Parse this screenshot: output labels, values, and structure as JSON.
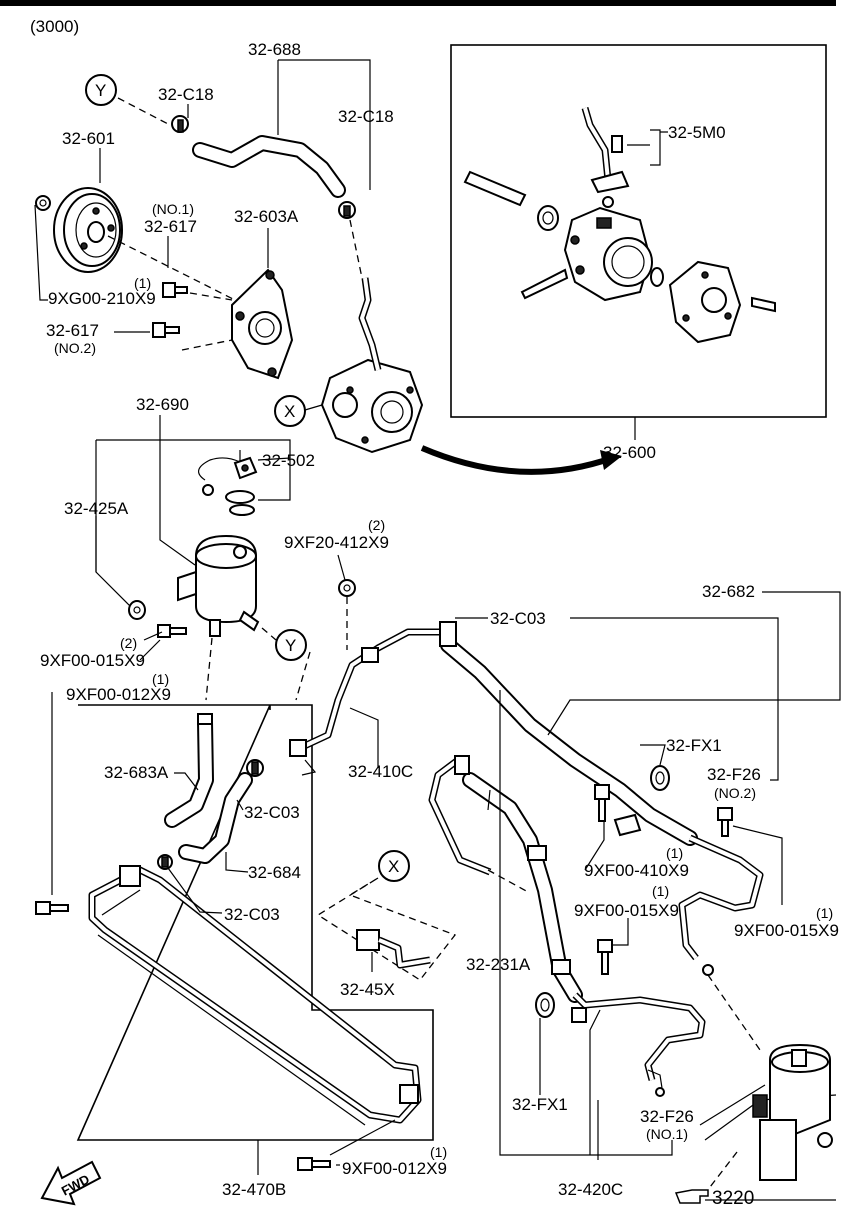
{
  "section_code": "(3000)",
  "labels": {
    "p32_688": "32-688",
    "c18_a": "32-C18",
    "c18_b": "32-C18",
    "p32_601": "32-601",
    "no1_a": "(NO.1)",
    "p32_617_a": "32-617",
    "p32_603a": "32-603A",
    "qty1_a": "(1)",
    "b9xg00": "9XG00-210X9",
    "p32_617_b": "32-617",
    "no2_a": "(NO.2)",
    "p32_5m0": "32-5M0",
    "p32_600": "32-600",
    "p32_690": "32-690",
    "p32_502": "32-502",
    "p32_425a": "32-425A",
    "qty2_a": "(2)",
    "b9xf20": "9XF20-412X9",
    "qty2_b": "(2)",
    "b9xf00_015_a": "9XF00-015X9",
    "qty1_b": "(1)",
    "b9xf00_012_a": "9XF00-012X9",
    "p32_c03_a": "32-C03",
    "p32_682": "32-682",
    "p32_683a": "32-683A",
    "p32_410c": "32-410C",
    "p32_fx1_a": "32-FX1",
    "p32_f26_a": "32-F26",
    "no2_b": "(NO.2)",
    "p32_c03_b": "32-C03",
    "qty1_c": "(1)",
    "b9xf00_410": "9XF00-410X9",
    "p32_684": "32-684",
    "qty1_d": "(1)",
    "b9xf00_015_b": "9XF00-015X9",
    "qty1_e": "(1)",
    "b9xf00_015_c": "9XF00-015X9",
    "p32_c03_c": "32-C03",
    "p32_231a": "32-231A",
    "p32_45x": "32-45X",
    "p32_fx1_b": "32-FX1",
    "p32_f26_b": "32-F26",
    "no1_b": "(NO.1)",
    "qty1_f": "(1)",
    "b9xf00_012_b": "9XF00-012X9",
    "p32_470b": "32-470B",
    "p32_420c": "32-420C",
    "ref_3220": "3220",
    "fwd": "FWD",
    "callout_x1": "X",
    "callout_x2": "X",
    "callout_y1": "Y",
    "callout_y2": "Y"
  }
}
